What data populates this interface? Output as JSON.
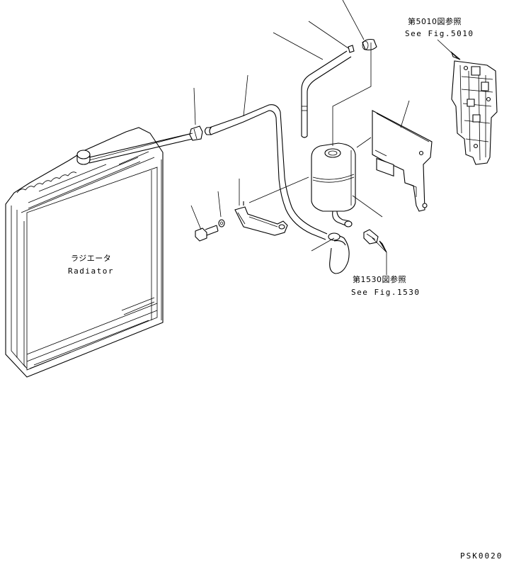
{
  "labels": {
    "ref_5010_jp": "第5010図参照",
    "ref_5010_en": "See Fig.5010",
    "ref_1530_jp": "第1530図参照",
    "ref_1530_en": "See Fig.1530",
    "radiator_jp": "ラジエータ",
    "radiator_en": "Radiator",
    "page_code": "PSK0020"
  }
}
